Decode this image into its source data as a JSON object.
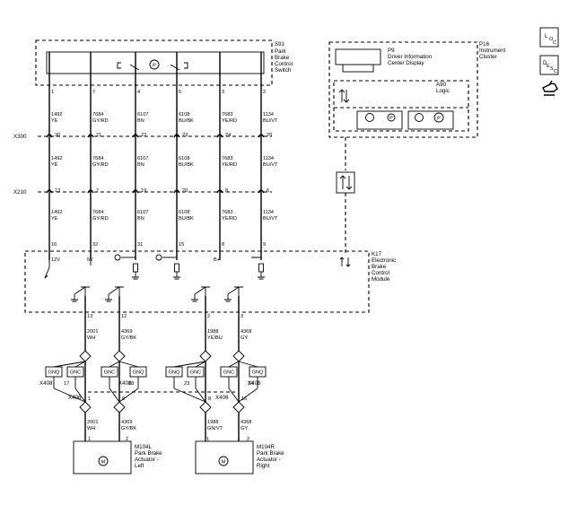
{
  "switch_box": {
    "id": "S91",
    "lines": [
      "Park",
      "Brake",
      "Control",
      "Switch"
    ]
  },
  "ipc_box": {
    "id": "P16",
    "lines": [
      "Instrument",
      "Cluster"
    ]
  },
  "display": {
    "id": "P9",
    "lines": [
      "Driver Information",
      "Center Display"
    ]
  },
  "logic": {
    "id": "A90",
    "label": "Logic"
  },
  "ebcm": {
    "id": "K17",
    "lines": [
      "Electronic",
      "Brake",
      "Control",
      "Module"
    ]
  },
  "motor_left": {
    "id": "M104L",
    "lines": [
      "Park Brake",
      "Actuator -",
      "Left"
    ],
    "pins": [
      "1",
      "2"
    ],
    "symbol": "M"
  },
  "motor_right": {
    "id": "M104R",
    "lines": [
      "Park Brake",
      "Actuator -",
      "Right"
    ],
    "pins": [
      "1",
      "2"
    ],
    "symbol": "M"
  },
  "top_columns": [
    {
      "pin": "1",
      "circuit": "1492",
      "color": "YE",
      "x300": "30",
      "x210": "13",
      "ebcm_pin": "16",
      "label": "12V"
    },
    {
      "pin": "7",
      "circuit": "7684",
      "color": "GY/RD",
      "x300": "21",
      "x210": "7",
      "ebcm_pin": "32",
      "label": "5V"
    },
    {
      "pin": "4",
      "circuit": "6107",
      "color": "BN",
      "x300": "22",
      "x210": "19",
      "ebcm_pin": "31",
      "label": ""
    },
    {
      "pin": "5",
      "circuit": "6108",
      "color": "BU/BK",
      "x300": "23",
      "x210": "20",
      "ebcm_pin": "15",
      "label": ""
    },
    {
      "pin": "3",
      "circuit": "7683",
      "color": "YE/RD",
      "x300": "24",
      "x210": "8",
      "ebcm_pin": "8",
      "label": "B+"
    },
    {
      "pin": "2",
      "circuit": "1134",
      "color": "BU/VT",
      "x300": "20",
      "x210": "6",
      "ebcm_pin": "9",
      "label": ""
    }
  ],
  "connectors": {
    "x300": "X300",
    "x210": "X210",
    "x408": "X408",
    "x406": "X406"
  },
  "bottom_columns": [
    {
      "ebcm_pin": "13",
      "circuit": "2001",
      "color": "WH",
      "x408": "17",
      "x406": "1",
      "circuit2": "2001",
      "color2": "WH"
    },
    {
      "ebcm_pin": "12",
      "circuit": "4369",
      "color": "GY/BK",
      "x408": "18",
      "x406": "9",
      "circuit2": "4369",
      "color2": "GY/BK"
    },
    {
      "ebcm_pin": "2",
      "circuit": "1988",
      "color": "YE/BU",
      "x408": "23",
      "x406": "8",
      "circuit2": "1988",
      "color2": "GN/VT"
    },
    {
      "ebcm_pin": "3",
      "circuit": "4368",
      "color": "GY",
      "x408": "24",
      "x406": "16",
      "circuit2": "4368",
      "color2": "GY"
    }
  ],
  "gnq": "GNQ",
  "gnc": "GNC",
  "icons": {
    "loc": {
      "main": "L",
      "sub": "O",
      "sub2": "C"
    },
    "desc": {
      "main": "D",
      "sub": "E",
      "sub2": "S",
      "sub3": "C"
    },
    "hand": "hand-pointer-icon"
  }
}
